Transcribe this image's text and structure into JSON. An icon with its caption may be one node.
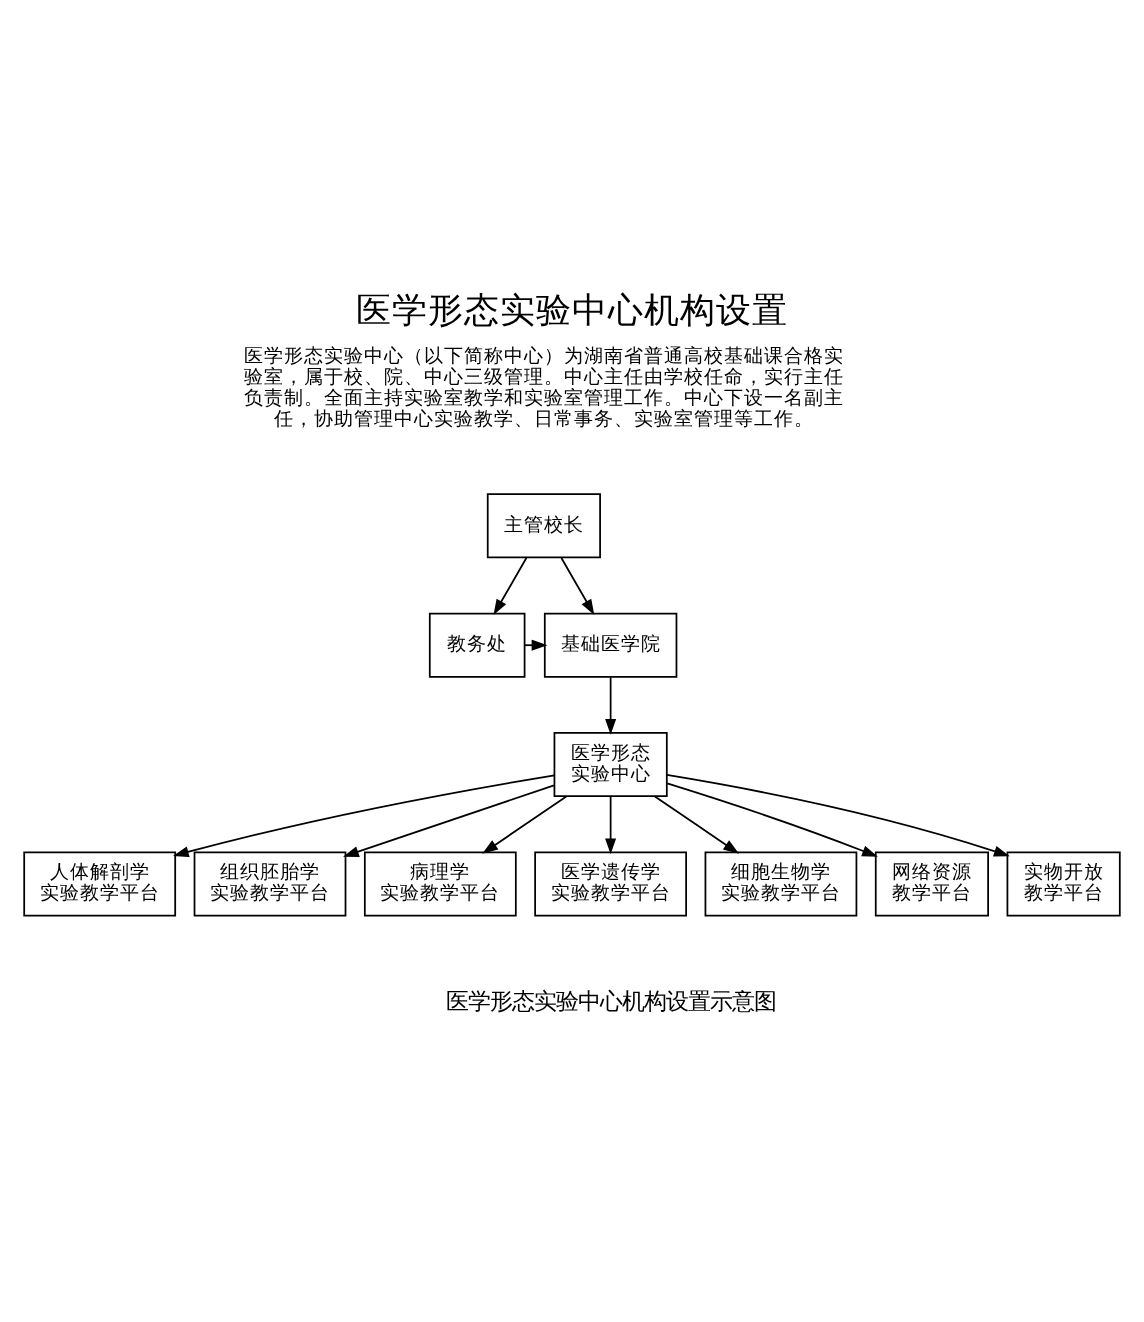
{
  "diagram": {
    "title": "医学形态实验中心机构设置",
    "caption": "医学形态实验中心机构设置示意图",
    "nodes": [
      {
        "text": [
          "主管校长"
        ]
      },
      {
        "text": [
          "教务处"
        ]
      },
      {
        "text": [
          "基础医学院"
        ]
      },
      {
        "text": [
          "医学形态实验中心"
        ]
      },
      {
        "text": [
          "人体解剖学实验教学平台"
        ]
      },
      {
        "text": [
          "组织胚胎学实验教学平台"
        ]
      },
      {
        "text": [
          "病理学实验教学平台"
        ]
      },
      {
        "text": [
          "医学遗传学实验教学平台"
        ]
      },
      {
        "text": [
          "细胞生物学实验教学平台"
        ]
      },
      {
        "text": [
          "网络资源教学平台"
        ]
      },
      {
        "text": [
          "实物开放教学平台"
        ]
      }
    ],
    "edges": [
      {
        "from": 0,
        "to": 1,
        "arrow": "to"
      },
      {
        "from": 0,
        "to": 2,
        "arrow": "to"
      },
      {
        "from": 1,
        "to": 2,
        "arrow": "to"
      },
      {
        "from": 2,
        "to": 3,
        "arrow": "to"
      },
      {
        "from": 3,
        "to": 4,
        "arrow": "to"
      },
      {
        "from": 3,
        "to": 5,
        "arrow": "to"
      },
      {
        "from": 3,
        "to": 6,
        "arrow": "to"
      },
      {
        "from": 3,
        "to": 7,
        "arrow": "to"
      },
      {
        "from": 3,
        "to": 8,
        "arrow": "to"
      },
      {
        "from": 3,
        "to": 9,
        "arrow": "to"
      },
      {
        "from": 3,
        "to": 10,
        "arrow": "to"
      }
    ],
    "labels": [
      "医学形态实验中心（以下简称中心）为湖南省普通高校基础课合格实验室，属于校、院、中心三级管理。中心主任由学校任命，实行主任负责制。全面主持实验室教学和实验室管理工作。中心下设一名副主任，协助管理中心实验教学、日常事务、实验室管理等工作。"
    ]
  }
}
